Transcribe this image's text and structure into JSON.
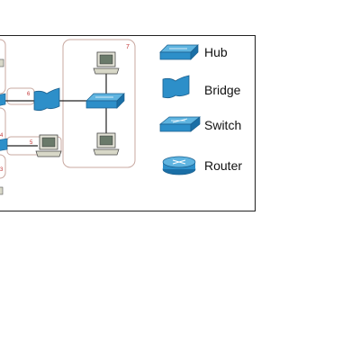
{
  "diagram": {
    "segment_labels": {
      "seg_5": "5",
      "seg_6": "6",
      "seg_7": "7",
      "seg_partial_top": "4",
      "seg_partial_bottom": "3"
    }
  },
  "legend": {
    "items": [
      {
        "label": "Hub",
        "icon": "hub-icon"
      },
      {
        "label": "Bridge",
        "icon": "bridge-icon"
      },
      {
        "label": "Switch",
        "icon": "switch-icon"
      },
      {
        "label": "Router",
        "icon": "router-icon"
      }
    ]
  },
  "colors": {
    "device_blue": "#2d8fc9",
    "device_dark": "#1a5f8e",
    "segment_border": "#c8a8a0",
    "line": "#222222"
  }
}
